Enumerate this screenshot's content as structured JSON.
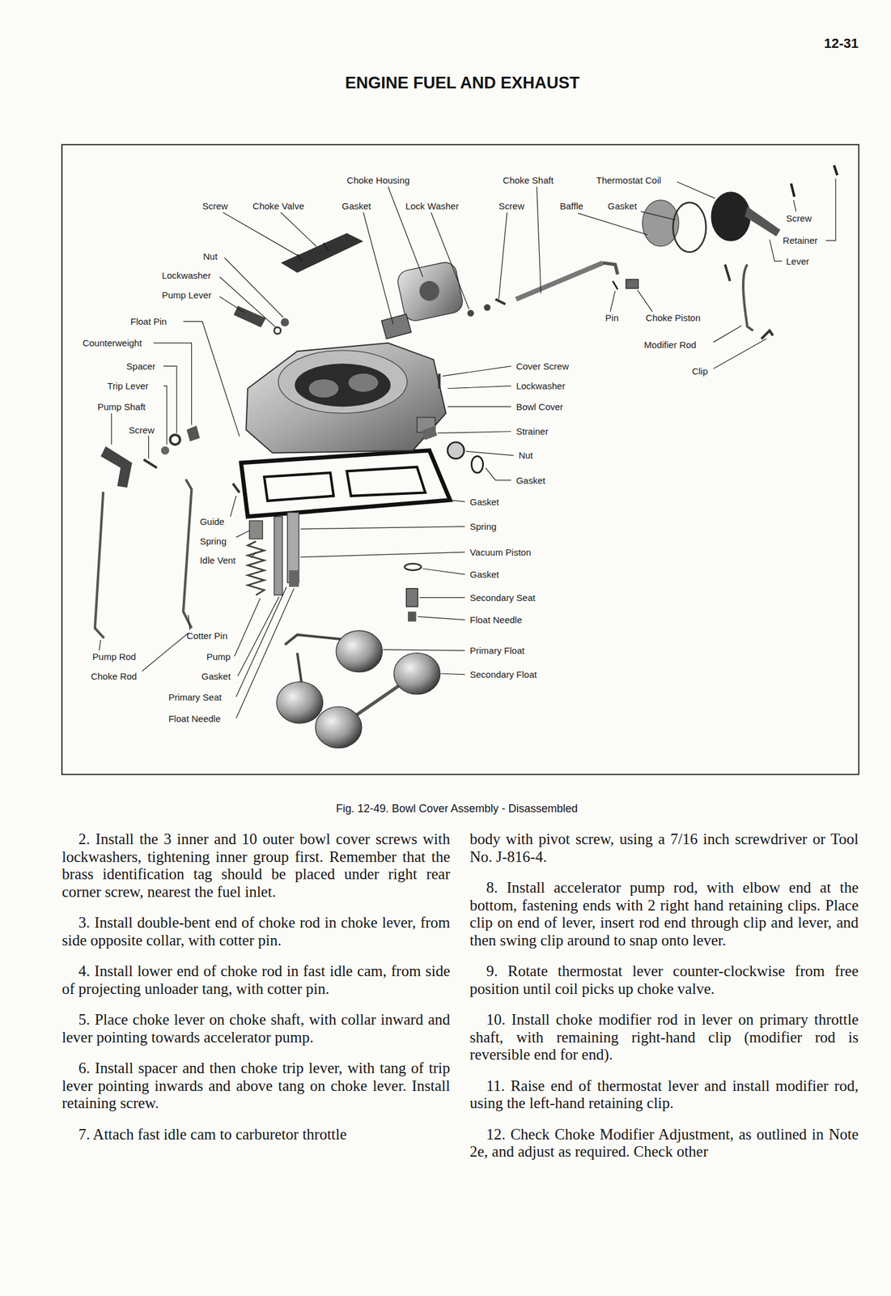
{
  "diagram": {
    "title": "ENGINE FUEL AND EXHAUST",
    "caption": "Fig. 12-49. Bowl Cover Assembly - Disassembled",
    "labels": [
      "12-31",
      "Choke Housing",
      "Choke Shaft",
      "Thermostat Coil",
      "Screw",
      "Choke Valve",
      "Gasket",
      "Lock Washer",
      "Screw",
      "Baffle",
      "Gasket",
      "Screw",
      "Retainer",
      "Lever",
      "Nut",
      "Lockwasher",
      "Pump Lever",
      "Float Pin",
      "Pin",
      "Choke Piston",
      "Counterweight",
      "Modifier Rod",
      "Spacer",
      "Cover Screw",
      "Clip",
      "Trip Lever",
      "Lockwasher",
      "Pump Shaft",
      "Bowl Cover",
      "Screw",
      "Strainer",
      "Nut",
      "Gasket",
      "Gasket",
      "Guide",
      "Spring",
      "Spring",
      "Idle Vent",
      "Vacuum Piston",
      "Gasket",
      "Secondary Seat",
      "Float Needle",
      "Cotter Pin",
      "Primary Float",
      "Pump Rod",
      "Pump",
      "Secondary Float",
      "Choke Rod",
      "Gasket",
      "Primary Seat",
      "Float Needle",
      "2. Install the 3 inner and 10 outer bowl cover screws with lockwashers, tightening inner group first. Remember that the brass identification tag should be placed under right rear corner screw, nearest the fuel inlet.",
      "3. Install double-bent end of choke rod in choke lever, from side opposite collar, with cotter pin.",
      "4. Install lower end of choke rod in fast idle cam, from side of projecting unloader tang, with cotter pin.",
      "5. Place choke lever on choke shaft, with collar inward and lever pointing towards accelerator pump.",
      "6. Install spacer and then choke trip lever, with tang of trip lever pointing inwards and above tang on choke lever. Install retaining screw.",
      "7. Attach fast idle cam to carburetor throttle",
      "body with pivot screw, using a 7/16 inch screwdriver or Tool No. J-816-4.",
      "8. Install accelerator pump rod, with elbow end at the bottom, fastening ends with 2 right hand retaining clips. Place clip on end of lever, insert rod end through clip and lever, and then swing clip around to snap onto lever.",
      "9. Rotate thermostat lever counter-clockwise from free position until coil picks up choke valve.",
      "10. Install choke modifier rod in lever on primary throttle shaft, with remaining right-hand clip (modifier rod is reversible end for end).",
      "11. Raise end of thermostat lever and install modifier rod, using the left-hand retaining clip.",
      "12. Check Choke Modifier Adjustment, as outlined in Note 2e, and adjust as required. Check other"
    ]
  }
}
